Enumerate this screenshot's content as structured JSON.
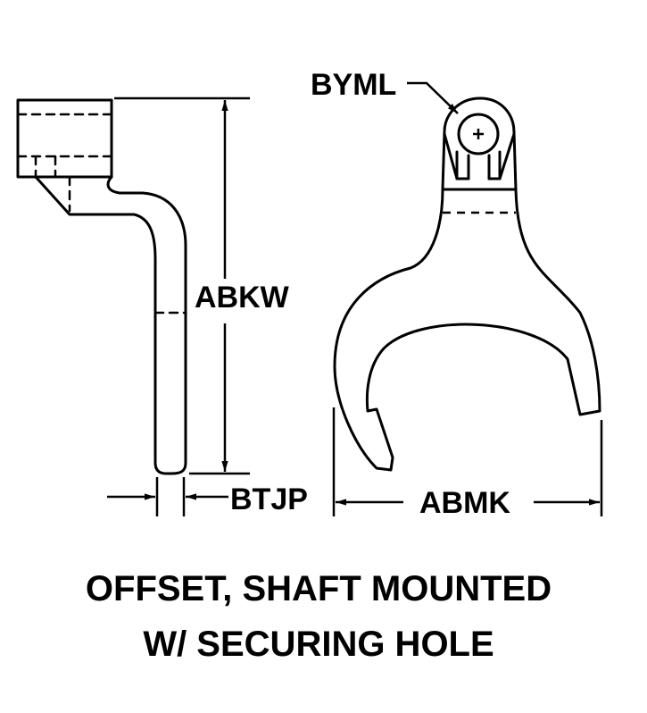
{
  "labels": {
    "abkw": "ABKW",
    "byml": "BYML",
    "btjp": "BTJP",
    "abmk": "ABMK"
  },
  "caption": {
    "line1": "OFFSET, SHAFT MOUNTED",
    "line2": "W/ SECURING HOLE"
  },
  "colors": {
    "ink": "#000000",
    "background": "#ffffff"
  }
}
